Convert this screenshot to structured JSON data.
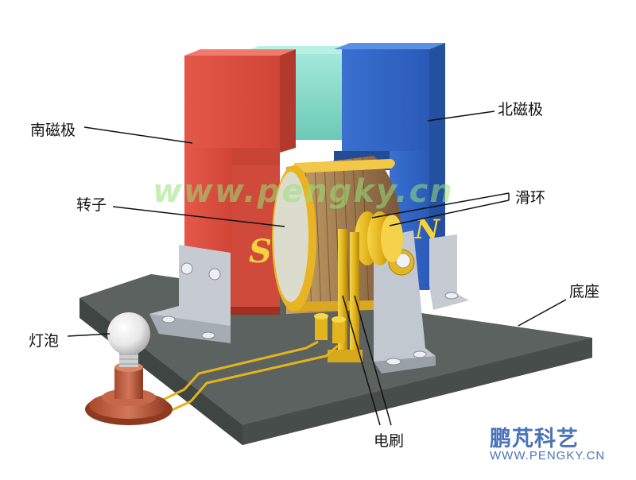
{
  "labels": {
    "south_pole": "南磁极",
    "north_pole": "北磁极",
    "rotor": "转子",
    "slip_ring": "滑环",
    "base": "底座",
    "bulb": "灯泡",
    "brush": "电刷"
  },
  "poles": {
    "s": "S",
    "n": "N"
  },
  "watermark": "www.pengky.cn",
  "logo": {
    "name": "鹏芃科艺",
    "url": "WWW.PENGKY.CN"
  },
  "colors": {
    "south_pole": "#dd5040",
    "north_pole": "#2f63c2",
    "yoke": "#88dccb",
    "base": "#555b58",
    "brass": "#e3b41c",
    "logo": "#4a73b8"
  }
}
